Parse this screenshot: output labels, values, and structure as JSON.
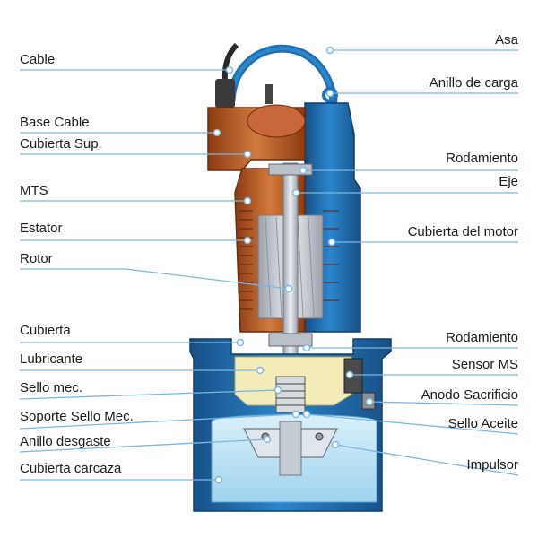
{
  "labels_left": [
    {
      "id": "cable",
      "text": "Cable"
    },
    {
      "id": "base-cable",
      "text": "Base Cable"
    },
    {
      "id": "cubierta-sup",
      "text": "Cubierta Sup."
    },
    {
      "id": "mts",
      "text": "MTS"
    },
    {
      "id": "estator",
      "text": "Estator"
    },
    {
      "id": "rotor",
      "text": "Rotor"
    },
    {
      "id": "cubierta",
      "text": "Cubierta"
    },
    {
      "id": "lubricante",
      "text": "Lubricante"
    },
    {
      "id": "sello-mec",
      "text": "Sello mec."
    },
    {
      "id": "soporte-sello-mec",
      "text": "Soporte Sello Mec."
    },
    {
      "id": "anillo-desgaste",
      "text": "Anillo desgaste"
    },
    {
      "id": "cubierta-carcaza",
      "text": "Cubierta carcaza"
    }
  ],
  "labels_right": [
    {
      "id": "asa",
      "text": "Asa"
    },
    {
      "id": "anillo-de-carga",
      "text": "Anillo de carga"
    },
    {
      "id": "rodamiento-top",
      "text": "Rodamiento"
    },
    {
      "id": "eje",
      "text": "Eje"
    },
    {
      "id": "cubierta-del-motor",
      "text": "Cubierta del motor"
    },
    {
      "id": "rodamiento-bottom",
      "text": "Rodamiento"
    },
    {
      "id": "sensor-ms",
      "text": "Sensor MS"
    },
    {
      "id": "anodo-sacrificio",
      "text": "Anodo Sacrificio"
    },
    {
      "id": "sello-aceite",
      "text": "Sello Aceite"
    },
    {
      "id": "impulsor",
      "text": "Impulsor"
    }
  ],
  "colors": {
    "leader_line": "#7cb7e0",
    "casing_blue": "#1f6fb5",
    "casing_dark": "#164f86",
    "copper": "#b8561f",
    "copper_light": "#d98a50",
    "rotor_silver": "#cfd4d9",
    "lubricant": "#f3ecb8",
    "water": "#bfe3f4"
  }
}
